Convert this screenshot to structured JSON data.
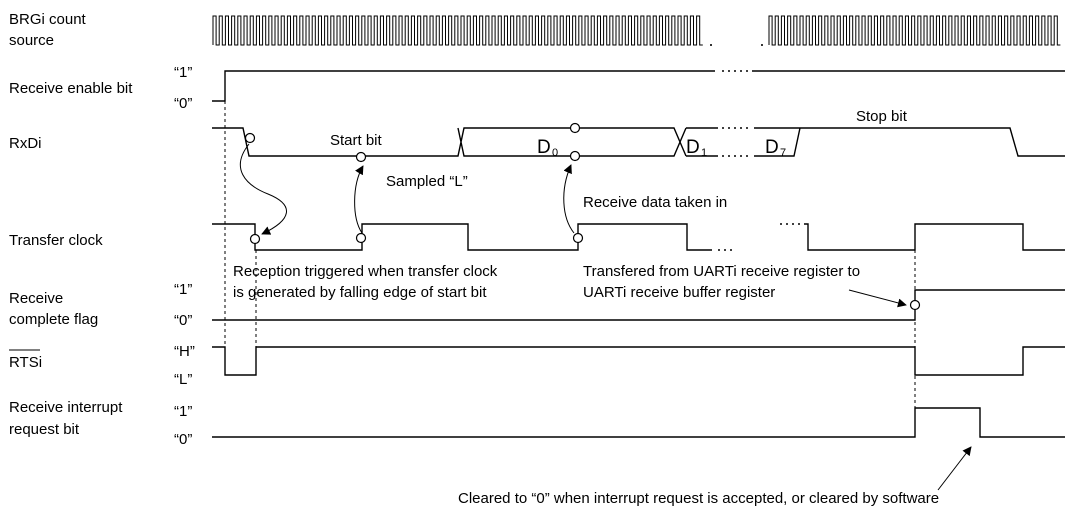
{
  "signals": {
    "brg": {
      "line1": "BRGi count",
      "line2": "source"
    },
    "receive_enable": {
      "label": "Receive enable bit",
      "high": "“1”",
      "low": "“0”"
    },
    "rxd": {
      "label": "RxDi"
    },
    "transfer_clock": {
      "label": "Transfer clock"
    },
    "receive_complete": {
      "line1": "Receive",
      "line2": "complete flag",
      "high": "“1”",
      "low": "“0”"
    },
    "rts": {
      "label": "RTSi",
      "high": "“H”",
      "low": "“L”"
    },
    "receive_interrupt": {
      "line1": "Receive interrupt",
      "line2": "request bit",
      "high": "“1”",
      "low": "“0”"
    }
  },
  "bits": {
    "start": "Start bit",
    "d0_main": "D",
    "d0_sub": "0",
    "d1_main": "D",
    "d1_sub": "1",
    "d7_main": "D",
    "d7_sub": "7",
    "stop": "Stop bit"
  },
  "annotations": {
    "sampled": "Sampled “L”",
    "data_taken": "Receive data taken in",
    "trigger_line1": "Reception triggered when transfer clock",
    "trigger_line2": "is generated by falling edge of start bit",
    "transferred_line1": "Transfered from UARTi receive register to",
    "transferred_line2": "UARTi receive buffer register",
    "cleared": "Cleared to “0” when interrupt request is accepted, or cleared by software"
  }
}
